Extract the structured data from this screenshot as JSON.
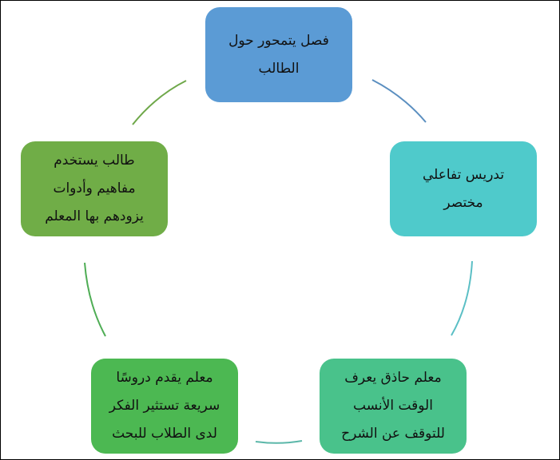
{
  "nodes": [
    {
      "lines": [
        "فصل يتمحور حول",
        "الطالب"
      ],
      "color": "#5b9bd5"
    },
    {
      "lines": [
        "تدريس تفاعلي",
        "مختصر"
      ],
      "color": "#4fcacb"
    },
    {
      "lines": [
        "معلم حاذق يعرف",
        "الوقت الأنسب",
        "للتوقف عن الشرح"
      ],
      "color": "#49c28b"
    },
    {
      "lines": [
        "معلم يقدم دروسًا",
        "سريعة تستثير الفكر",
        "لدى الطلاب للبحث"
      ],
      "color": "#4cb852"
    },
    {
      "lines": [
        "طالب يستخدم",
        "مفاهيم وأدوات",
        "يزودهم بها المعلم"
      ],
      "color": "#70ad47"
    }
  ]
}
